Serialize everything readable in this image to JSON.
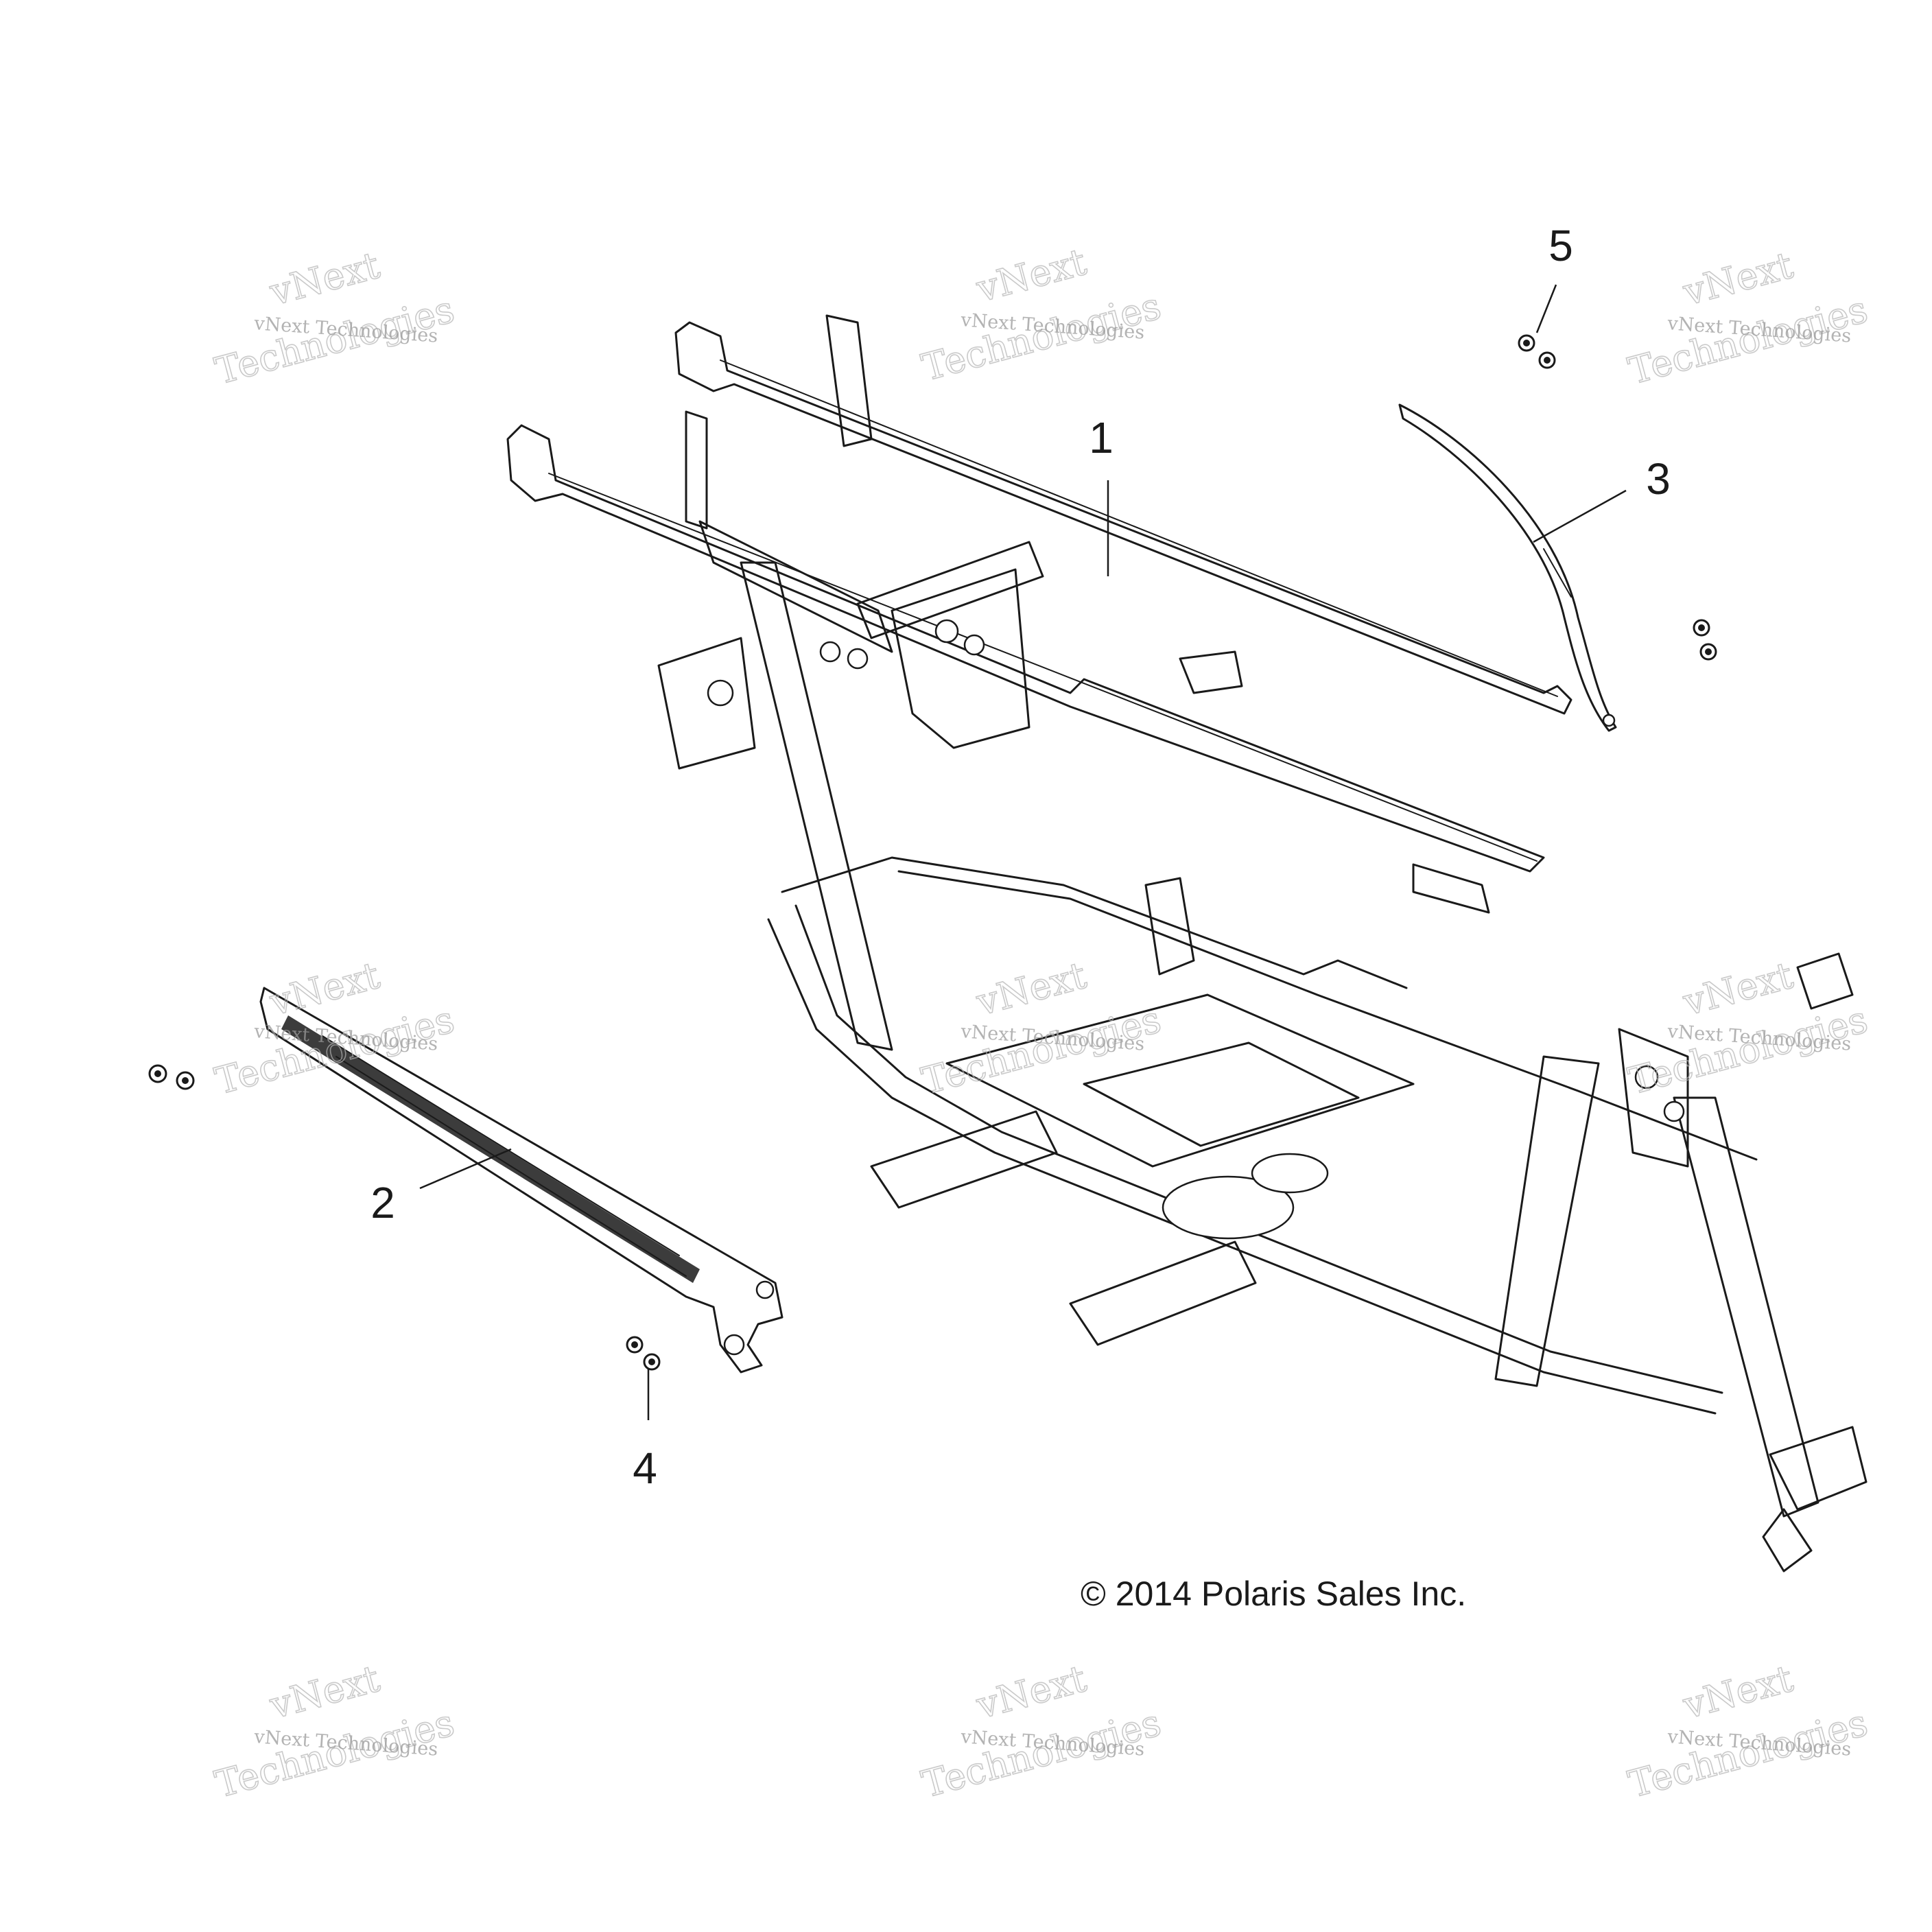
{
  "callouts": [
    {
      "id": "1",
      "label": "1"
    },
    {
      "id": "2",
      "label": "2"
    },
    {
      "id": "3",
      "label": "3"
    },
    {
      "id": "4",
      "label": "4"
    },
    {
      "id": "5",
      "label": "5"
    }
  ],
  "copyright": "© 2014 Polaris Sales Inc.",
  "watermark": {
    "small": "vNext Technologies",
    "large_top": "vNext",
    "large_bottom": "Technologies"
  }
}
